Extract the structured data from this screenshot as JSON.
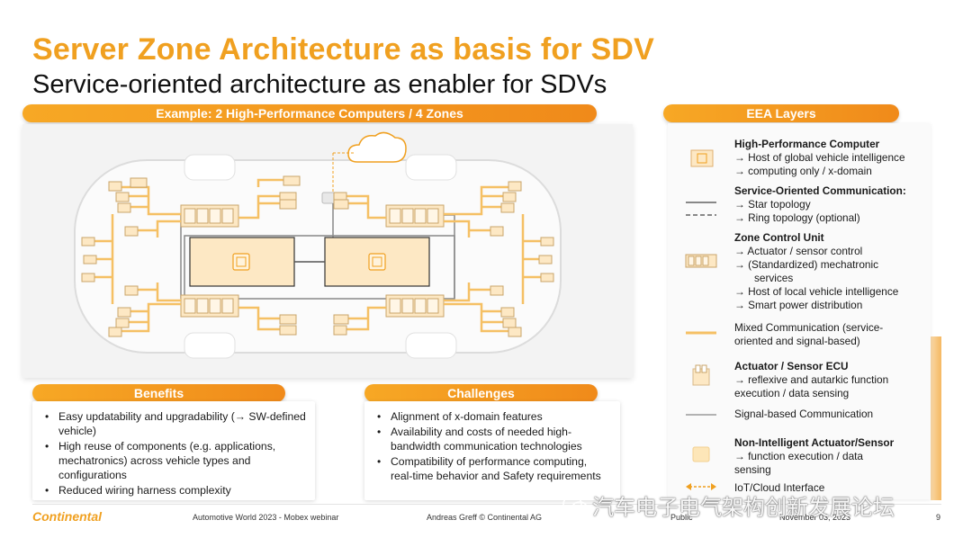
{
  "title": "Server Zone Architecture as basis for SDV",
  "subtitle": "Service-oriented architecture as enabler for SDVs",
  "example_band": "Example: 2 High-Performance Computers / 4 Zones",
  "eea_band": "EEA Layers",
  "benefits": {
    "heading": "Benefits",
    "items": [
      "Easy updatability and upgradability (→ SW-defined vehicle)",
      "High reuse of components (e.g. applications, mechatronics) across vehicle types and configurations",
      "Reduced wiring harness complexity"
    ]
  },
  "challenges": {
    "heading": "Challenges",
    "items": [
      "Alignment of x-domain features",
      "Availability and costs of needed high-bandwidth communication technologies",
      "Compatibility of performance computing, real-time behavior and Safety requirements"
    ]
  },
  "eea": {
    "hpc": {
      "title": "High-Performance Computer",
      "lines": [
        "→ Host of global vehicle intelligence",
        "→ computing only / x-domain"
      ],
      "icon": "chip-icon"
    },
    "soc": {
      "title": "Service-Oriented Communication:",
      "lines": [
        "→ Star topology",
        "→ Ring topology (optional)"
      ]
    },
    "zcu": {
      "title": "Zone Control Unit",
      "lines": [
        "→ Actuator / sensor control",
        "→ (Standardized) mechatronic",
        "services",
        "→ Host of local vehicle intelligence",
        "→ Smart power distribution"
      ]
    },
    "mixed": {
      "lines": [
        "Mixed Communication (service-",
        "oriented and signal-based)"
      ]
    },
    "ecu": {
      "title": "Actuator / Sensor ECU",
      "lines": [
        "→ reflexive and autarkic function",
        "execution / data sensing"
      ]
    },
    "signal": {
      "lines": [
        "Signal-based Communication"
      ]
    },
    "nonintel": {
      "title": "Non-Intelligent Actuator/Sensor",
      "lines": [
        "→ function execution / data",
        "sensing"
      ]
    },
    "iot": {
      "lines": [
        "IoT/Cloud Interface"
      ]
    }
  },
  "footer": {
    "logo": "Continental",
    "event": "Automotive World 2023 - Mobex webinar",
    "author": "Andreas Greff © Continental AG",
    "classification": "Public",
    "date": "November 03, 2023",
    "page": "9"
  },
  "watermark": "汽车电子电气架构创新发展论坛",
  "colors": {
    "accent": "#f0a020",
    "band": "#f59a20",
    "wire": "#f5c064",
    "hpc_fill": "#fde8c4",
    "backbone": "#888888"
  }
}
